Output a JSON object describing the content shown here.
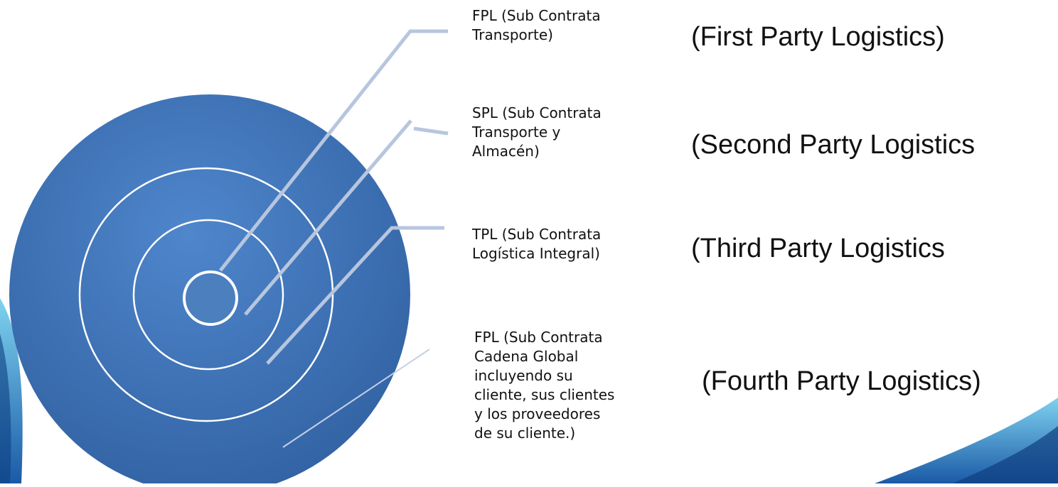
{
  "colors": {
    "circle_main": "#3d72ba",
    "circle_ring": "#ffffff",
    "leader_line": "#b7c6de",
    "deco_blue": "#1f5fab",
    "deco_cyan": "#6ec6e8"
  },
  "levels": [
    {
      "label": "FPL (Sub Contrata\nTransporte)",
      "name": "(First Party Logistics)"
    },
    {
      "label": "SPL (Sub Contrata\nTransporte y\nAlmacén)",
      "name": "(Second Party Logistics"
    },
    {
      "label": "TPL (Sub Contrata\nLogística Integral)",
      "name": "(Third Party Logistics"
    },
    {
      "label": "FPL (Sub Contrata\nCadena Global\nincluyendo su\ncliente, sus clientes\ny los proveedores\nde su cliente.)",
      "name": "(Fourth Party Logistics)"
    }
  ]
}
